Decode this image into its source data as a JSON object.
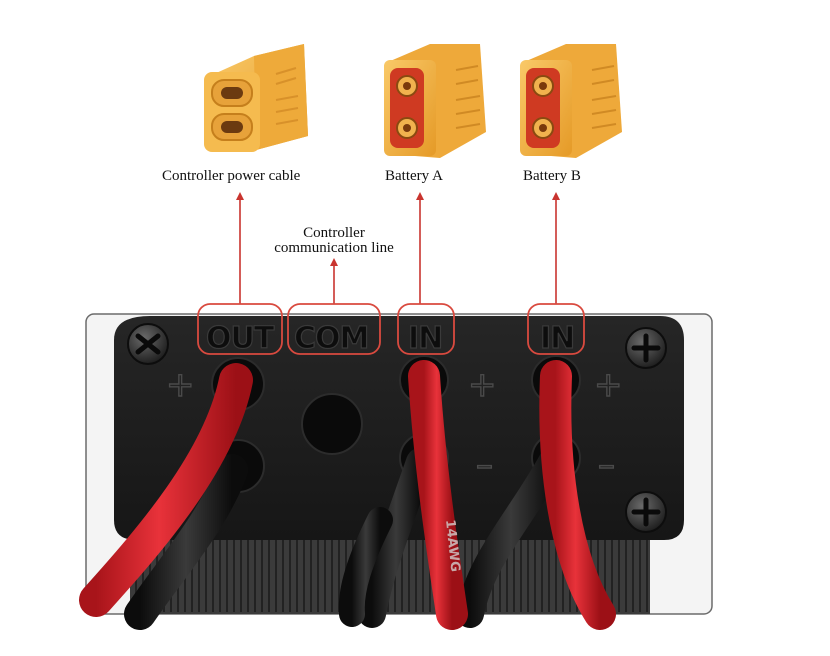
{
  "labels": {
    "power_cable": "Controller power cable",
    "battery_a": "Battery A",
    "battery_b": "Battery B",
    "communication_line": [
      "Controller",
      "communication line"
    ]
  },
  "ports": {
    "out": "OUT",
    "com": "COM",
    "in_a": "IN",
    "in_b": "IN"
  },
  "polarity": {
    "plus": "+",
    "minus": "–"
  },
  "wire_print": "14AWG",
  "colors": {
    "connector_yellow": "#f3b646",
    "connector_shade": "#e39a2b",
    "contact_red": "#d94a2c",
    "callout_red": "#c9342f",
    "housing_black": "#1e1e1e",
    "wire_red": "#d8262b",
    "wire_black": "#1a1a1a"
  },
  "icons": [
    "xt60-female-connector",
    "xt60-male-connector",
    "screw-icon",
    "arrow-up-icon"
  ]
}
